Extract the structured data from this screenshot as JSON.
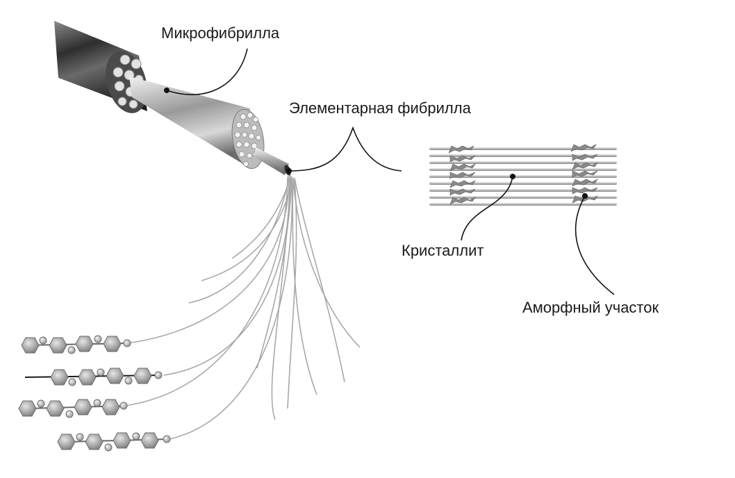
{
  "labels": {
    "microfibril": "Микрофибрилла",
    "elementary_fibril": "Элементарная фибрилла",
    "crystallite": "Кристаллит",
    "amorphous_region": "Аморфный участок"
  },
  "colors": {
    "leader_line": "#111111",
    "fiber_dark": "#3a3a3a",
    "fiber_light": "#dcdcdc",
    "strand": "#a8a8a8",
    "monomer": "#9a9a9a"
  },
  "icons": {
    "fiber_bundle": "cylinder-cross-section-icon",
    "monomer": "hexagon-ring-icon"
  }
}
